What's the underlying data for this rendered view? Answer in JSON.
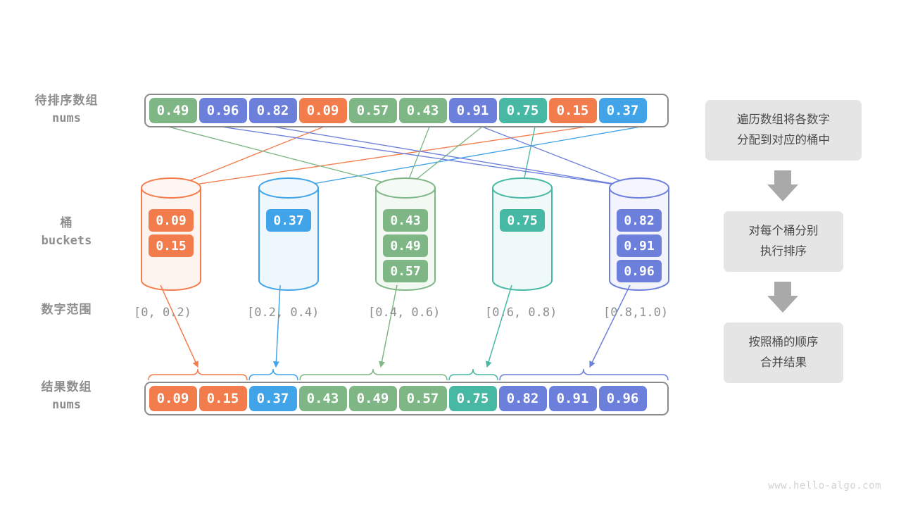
{
  "watermark": "www.hello-algo.com",
  "palette": {
    "green": "#7fb685",
    "purple": "#6c7fdb",
    "blue": "#41a4e8",
    "orange": "#f37c4c",
    "teal": "#46b8a4",
    "gray_border": "#8a8a8a",
    "label_gray": "#8e8e8e",
    "flow_bg": "#e5e5e5",
    "flow_text": "#4a4a4a",
    "arrow_gray": "#a9a9a9"
  },
  "labels": {
    "input": {
      "cn": "待排序数组",
      "mono": "nums"
    },
    "buckets": {
      "cn": "桶",
      "mono": "buckets"
    },
    "ranges": {
      "cn": "数字范围"
    },
    "result": {
      "cn": "结果数组",
      "mono": "nums"
    }
  },
  "top_array": {
    "name": "nums",
    "cells": [
      {
        "value": "0.49",
        "color": "green"
      },
      {
        "value": "0.96",
        "color": "purple"
      },
      {
        "value": "0.82",
        "color": "purple"
      },
      {
        "value": "0.09",
        "color": "orange"
      },
      {
        "value": "0.57",
        "color": "green"
      },
      {
        "value": "0.43",
        "color": "green"
      },
      {
        "value": "0.91",
        "color": "purple"
      },
      {
        "value": "0.75",
        "color": "teal"
      },
      {
        "value": "0.15",
        "color": "orange"
      },
      {
        "value": "0.37",
        "color": "blue"
      }
    ]
  },
  "buckets": [
    {
      "range": "[0, 0.2)",
      "color": "orange",
      "items": [
        "0.09",
        "0.15"
      ]
    },
    {
      "range": "[0.2, 0.4)",
      "color": "blue",
      "items": [
        "0.37"
      ]
    },
    {
      "range": "[0.4, 0.6)",
      "color": "green",
      "items": [
        "0.43",
        "0.49",
        "0.57"
      ]
    },
    {
      "range": "[0.6, 0.8)",
      "color": "teal",
      "items": [
        "0.75"
      ]
    },
    {
      "range": "[0.8,1.0)",
      "color": "purple",
      "items": [
        "0.82",
        "0.91",
        "0.96"
      ]
    }
  ],
  "result_array": {
    "name": "nums",
    "cells": [
      {
        "value": "0.09",
        "color": "orange"
      },
      {
        "value": "0.15",
        "color": "orange"
      },
      {
        "value": "0.37",
        "color": "blue"
      },
      {
        "value": "0.43",
        "color": "green"
      },
      {
        "value": "0.49",
        "color": "green"
      },
      {
        "value": "0.57",
        "color": "green"
      },
      {
        "value": "0.75",
        "color": "teal"
      },
      {
        "value": "0.82",
        "color": "purple"
      },
      {
        "value": "0.91",
        "color": "purple"
      },
      {
        "value": "0.96",
        "color": "purple"
      }
    ]
  },
  "flow": {
    "steps": [
      {
        "line1": "遍历数组将各数字",
        "line2": "分配到对应的桶中"
      },
      {
        "line1": "对每个桶分别",
        "line2": "执行排序"
      },
      {
        "line1": "按照桶的顺序",
        "line2": "合并结果"
      }
    ]
  }
}
